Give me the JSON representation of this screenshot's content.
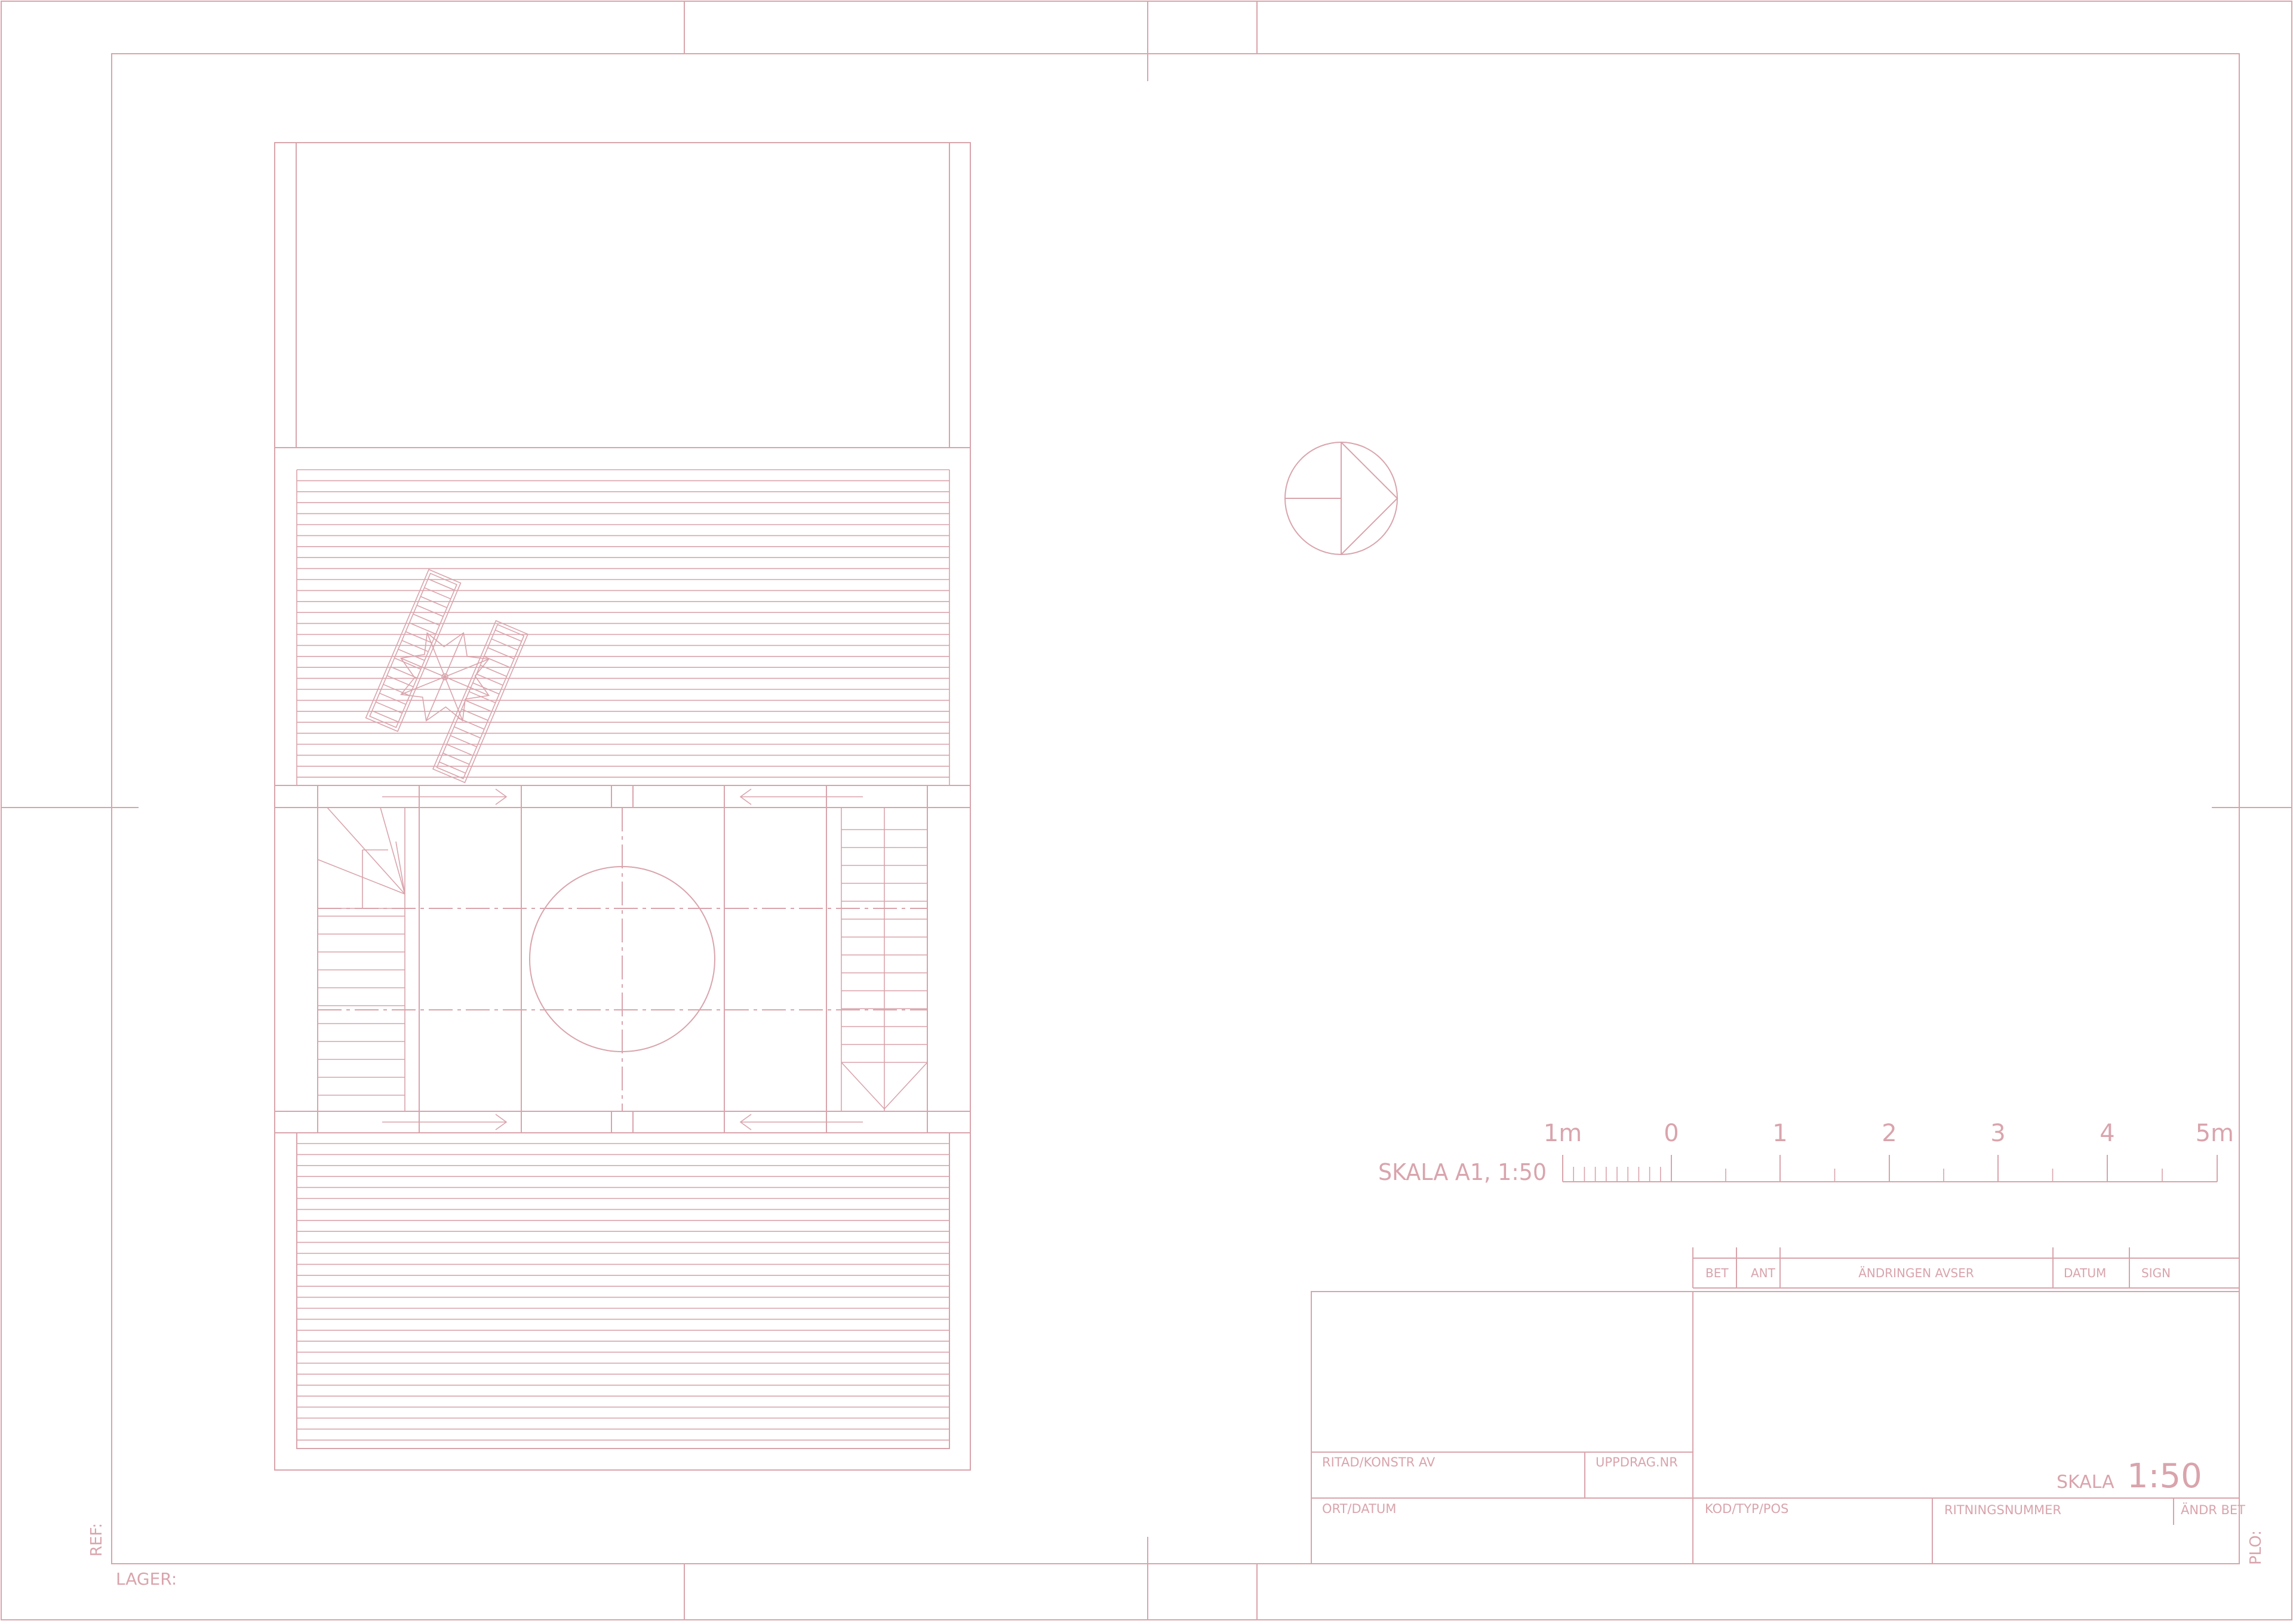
{
  "colors": {
    "line": "#d9a4ac",
    "background": "#ffffff"
  },
  "margin_labels": {
    "ref": "REF:",
    "lager": "LAGER:",
    "plo": "PLO:"
  },
  "scale_bar": {
    "label": "SKALA A1, 1:50",
    "ticks": [
      "1m",
      "0",
      "1",
      "2",
      "3",
      "4",
      "5m"
    ]
  },
  "revision_table": {
    "columns": [
      "BET",
      "ANT",
      "ÄNDRINGEN AVSER",
      "DATUM",
      "SIGN"
    ]
  },
  "title_block": {
    "ritad_konstr_av": "RITAD/KONSTR AV",
    "uppdrag_nr": "UPPDRAG.NR",
    "ort_datum": "ORT/DATUM",
    "kod_typ_pos": "KOD/TYP/POS",
    "ritningsnummer": "RITNINGSNUMMER",
    "andr_bet": "ÄNDR BET",
    "skala_label": "SKALA",
    "skala_value": "1:50"
  },
  "icons": [
    "north-arrow-icon",
    "parasol-icon",
    "stair-icon"
  ]
}
